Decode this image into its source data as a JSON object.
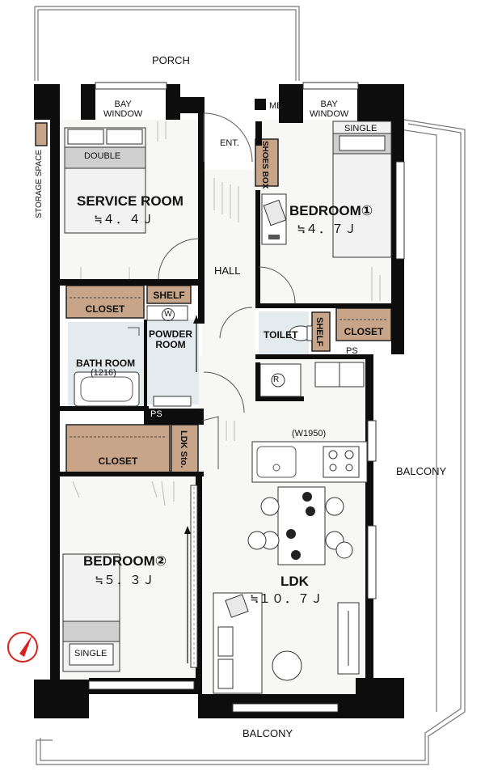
{
  "labels": {
    "porch": "PORCH",
    "bay_window_left": "BAY\nWINDOW",
    "bay_window_right": "BAY\nWINDOW",
    "mb": "MB",
    "ent": "ENT.",
    "shoes_box": "SHOES BOX",
    "storage_space": "STORAGE SPACE",
    "double": "DOUBLE",
    "single_top": "SINGLE",
    "single_bottom": "SINGLE",
    "service_room": "SERVICE ROOM",
    "service_room_area": "≒４．４Ｊ",
    "bedroom1": "BEDROOM①",
    "bedroom1_area": "≒４．７Ｊ",
    "hall": "HALL",
    "closet_service": "CLOSET",
    "shelf_powder": "SHELF",
    "washer": "W",
    "powder_room": "POWDER\nROOM",
    "bath_room": "BATH ROOM",
    "bath_size": "(1216)",
    "ps_left": "PS",
    "ps_right": "PS",
    "toilet": "TOILET",
    "shelf_toilet": "SHELF",
    "closet_bedroom1": "CLOSET",
    "fridge": "R",
    "ldk_storage": "LDK Sto.",
    "closet_bedroom2": "CLOSET",
    "kitchen_width": "(W1950)",
    "balcony_right": "BALCONY",
    "balcony_bottom": "BALCONY",
    "bedroom2": "BEDROOM②",
    "bedroom2_area": "≒５．３Ｊ",
    "ldk": "LDK",
    "ldk_area": "≒１０．７Ｊ"
  },
  "colors": {
    "wall": "#0d0d0d",
    "storage": "#c8a488",
    "floor_light": "#f7f7f5",
    "wet_area": "#e4ebee",
    "line": "#555555",
    "compass_red": "#d3241f"
  }
}
